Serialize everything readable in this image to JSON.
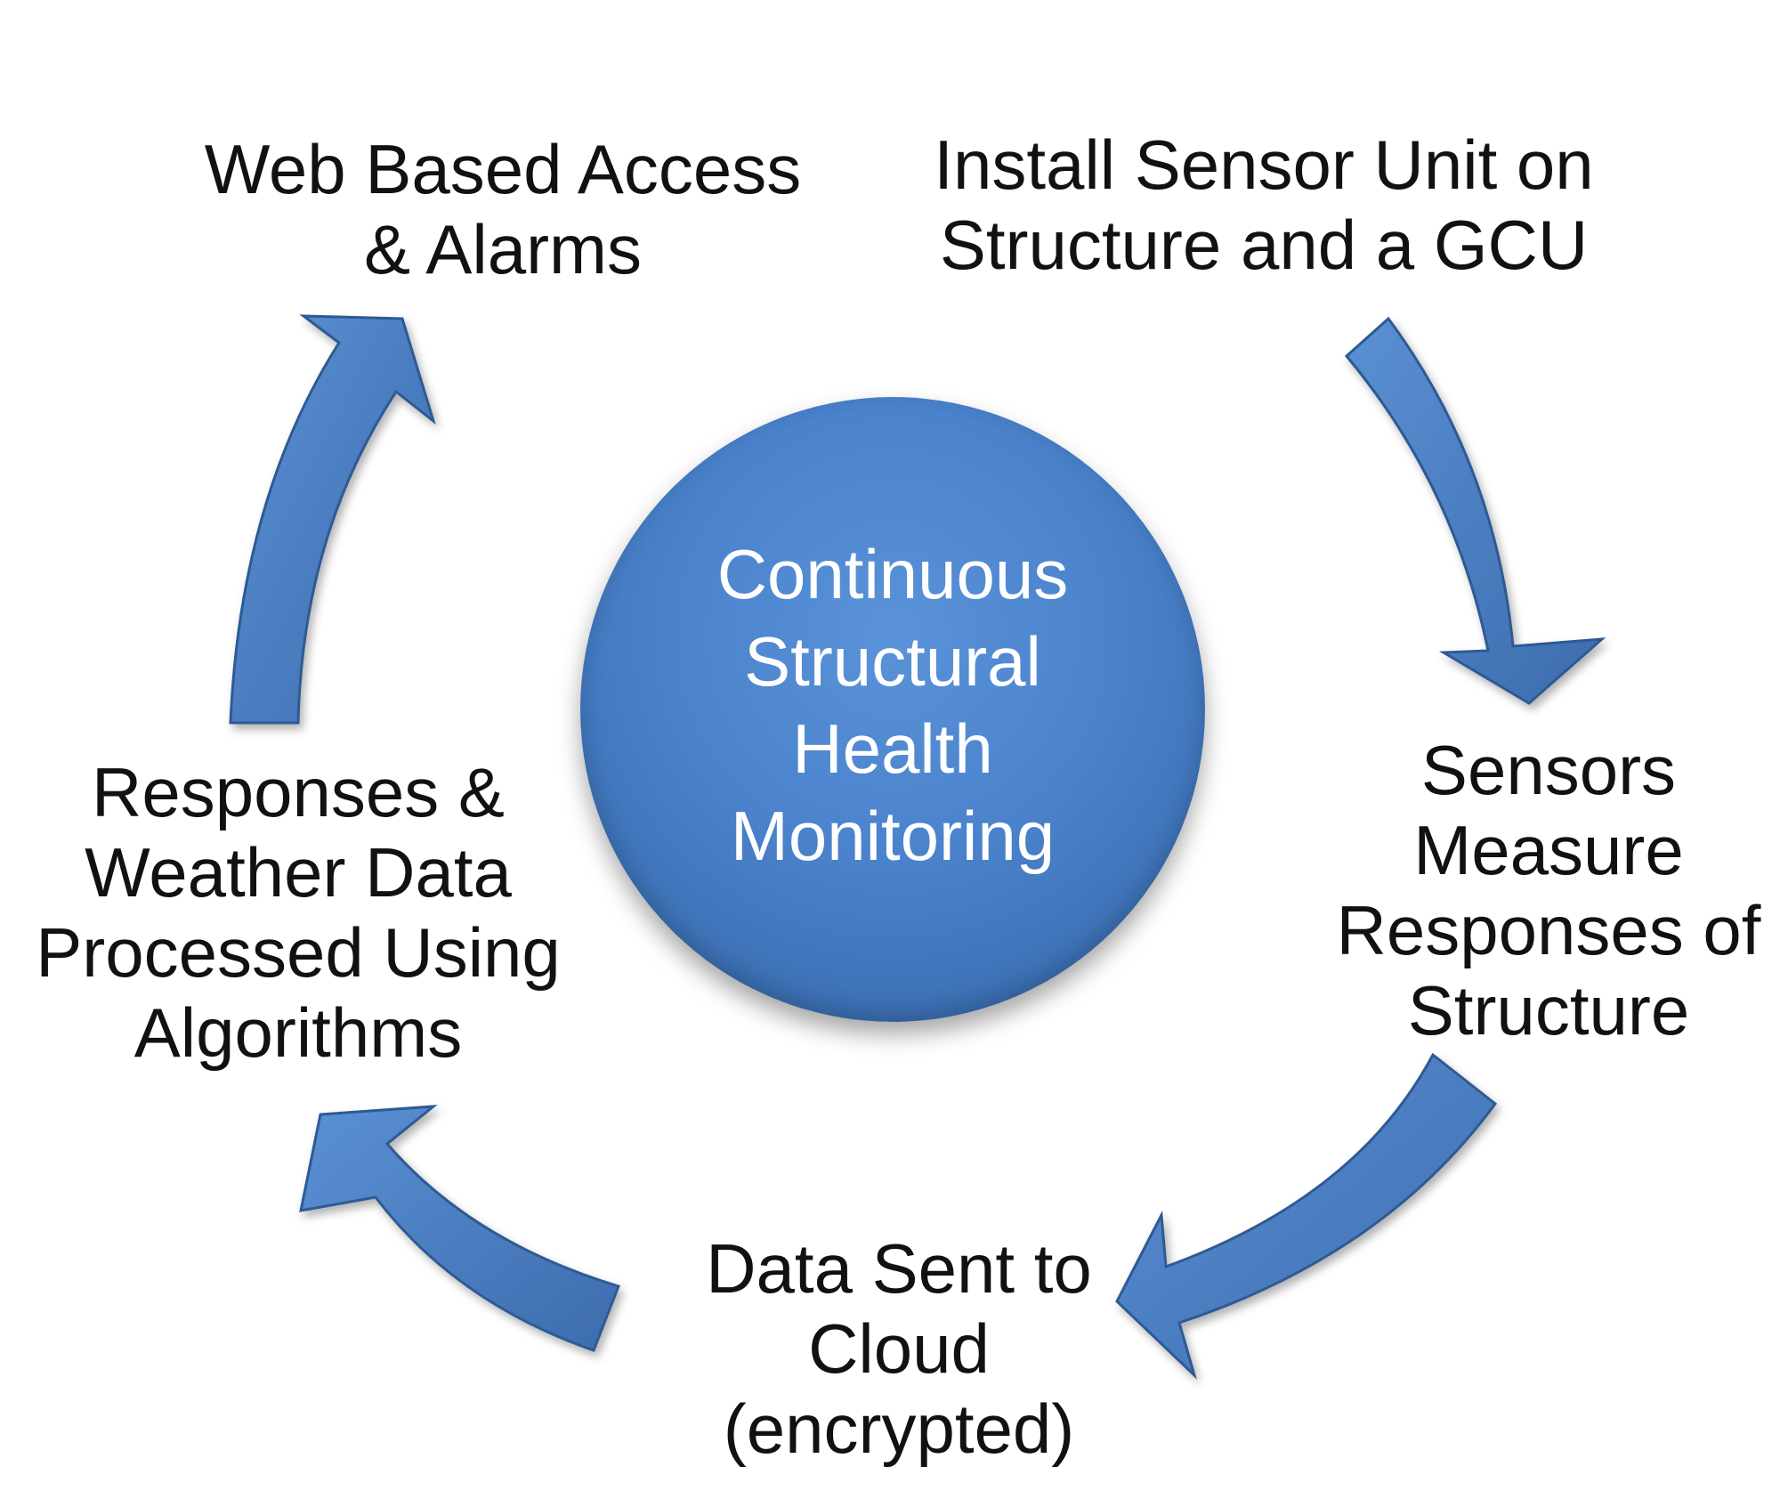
{
  "center": {
    "lines": [
      "Continuous",
      "Structural",
      "Health",
      "Monitoring"
    ]
  },
  "steps": [
    {
      "lines": [
        "Install Sensor Unit on",
        "Structure and a GCU"
      ]
    },
    {
      "lines": [
        "Sensors",
        "Measure",
        "Responses of",
        "Structure"
      ]
    },
    {
      "lines": [
        "Data Sent to",
        "Cloud",
        "(encrypted)"
      ]
    },
    {
      "lines": [
        "Responses &",
        "Weather Data",
        "Processed Using",
        "Algorithms"
      ]
    },
    {
      "lines": [
        "Web Based Access",
        "& Alarms"
      ]
    }
  ],
  "colors": {
    "arrow_fill": "#4a7ec4",
    "arrow_edge": "#2f5a94",
    "hub_fill": "#4a82cc",
    "label_text": "#111111",
    "hub_text": "#ffffff"
  }
}
